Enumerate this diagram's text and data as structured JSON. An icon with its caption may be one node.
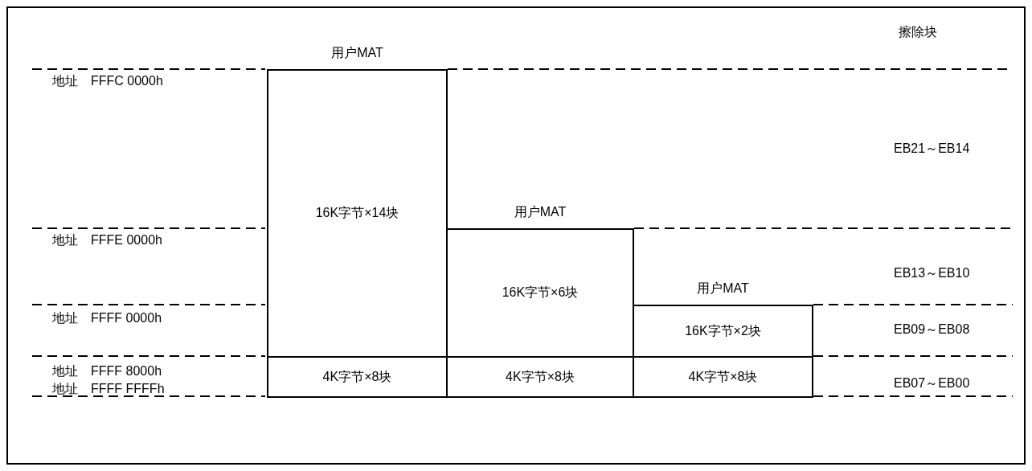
{
  "diagram": {
    "nodes": [
      {
        "text": [
          "用户MAT"
        ]
      },
      {
        "text": [
          "16K字节×14块"
        ],
        "in": 0
      },
      {
        "text": [
          "4K字节×8块"
        ],
        "in": 0
      },
      {
        "text": [
          "用户MAT"
        ]
      },
      {
        "text": [
          "16K字节×6块"
        ],
        "in": 3
      },
      {
        "text": [
          "4K字节×8块"
        ],
        "in": 3
      },
      {
        "text": [
          "用户MAT"
        ]
      },
      {
        "text": [
          "16K字节×2块"
        ],
        "in": 6
      },
      {
        "text": [
          "4K字节×8块"
        ],
        "in": 6
      }
    ],
    "edges": [],
    "labels": [
      "擦除块",
      "地址　FFFC 0000h",
      "EB21～EB14",
      "地址　FFFE 0000h",
      "EB13～EB10",
      "地址　FFFF 0000h",
      "EB09～EB08",
      "地址　FFFF 8000h",
      "地址　FFFF FFFFh",
      "EB07～EB00"
    ]
  }
}
